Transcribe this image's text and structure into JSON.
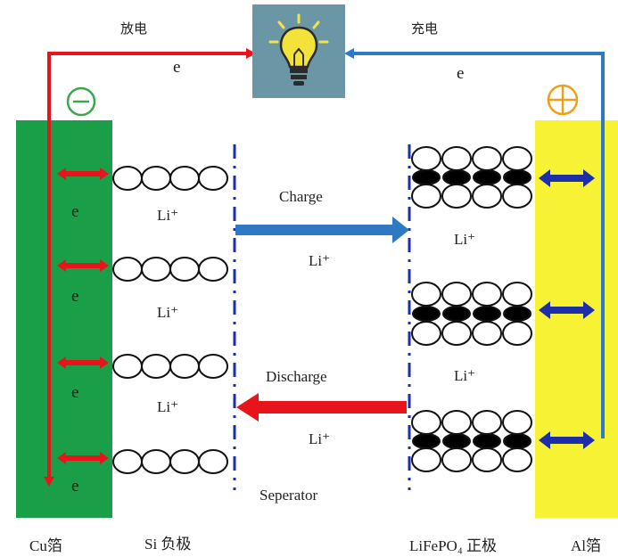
{
  "labels": {
    "discharge_cn": "放电",
    "charge_cn": "充电",
    "electron": "e",
    "li_ion": "Li⁺",
    "charge_en": "Charge",
    "discharge_en": "Discharge",
    "separator": "Seperator",
    "cu_foil": "Cu箔",
    "si_anode": "Si 负极",
    "lifepo4_cathode": "LiFePO₄ 正极",
    "al_foil": "Al箔"
  },
  "icons": [
    "lightbulb-icon",
    "negative-terminal-icon",
    "positive-terminal-icon"
  ],
  "colors": {
    "cu_collector": "#1a9e48",
    "al_collector": "#f7f233",
    "discharge_arrow": "#e8141c",
    "charge_arrow": "#2f78c4",
    "cathode_arrow": "#1c2fa8",
    "separator": "#1c2fa8",
    "bulb_bg": "#6b96a6",
    "bulb_glass": "#f2e23a",
    "negative_terminal": "#3aa84a",
    "positive_terminal": "#f0a018"
  }
}
